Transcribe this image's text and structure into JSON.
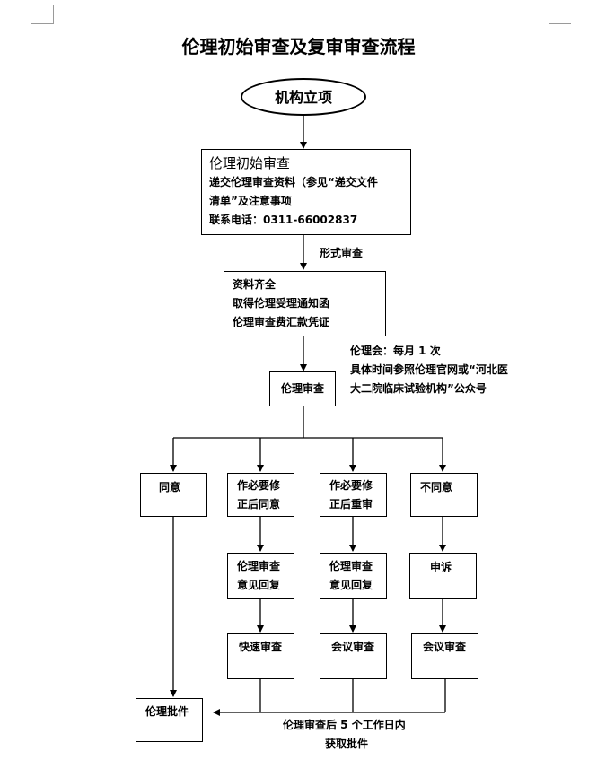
{
  "title": "伦理初始审查及复审审查流程",
  "start": "机构立项",
  "initial_review": {
    "heading": "伦理初始审查",
    "line1": "递交伦理审查资料（参见“递交文件",
    "line2": "清单”及注意事项",
    "line3": "联系电话：0311-66002837"
  },
  "formal_review_label": "形式审查",
  "materials": {
    "line1": "资料齐全",
    "line2": "取得伦理受理通知函",
    "line3": "伦理审查费汇款凭证"
  },
  "meeting_note": {
    "line1": "伦理会：每月 1 次",
    "line2": "具体时间参照伦理官网或“河北医",
    "line3": "大二院临床试验机构”公众号"
  },
  "ethics_review": "伦理审查",
  "branches": {
    "agree": "同意",
    "modify_agree": {
      "line1": "作必要修",
      "line2": "正后同意"
    },
    "modify_rereview": {
      "line1": "作必要修",
      "line2": "正后重审"
    },
    "disagree": "不同意"
  },
  "second_row": {
    "reply1": {
      "line1": "伦理审查",
      "line2": "意见回复"
    },
    "reply2": {
      "line1": "伦理审查",
      "line2": "意见回复"
    },
    "appeal": "申诉"
  },
  "third_row": {
    "fast": "快速审查",
    "meeting1": "会议审查",
    "meeting2": "会议审查"
  },
  "approval": "伦理批件",
  "bottom_note": {
    "line1": "伦理审查后 5 个工作日内",
    "line2": "获取批件"
  }
}
